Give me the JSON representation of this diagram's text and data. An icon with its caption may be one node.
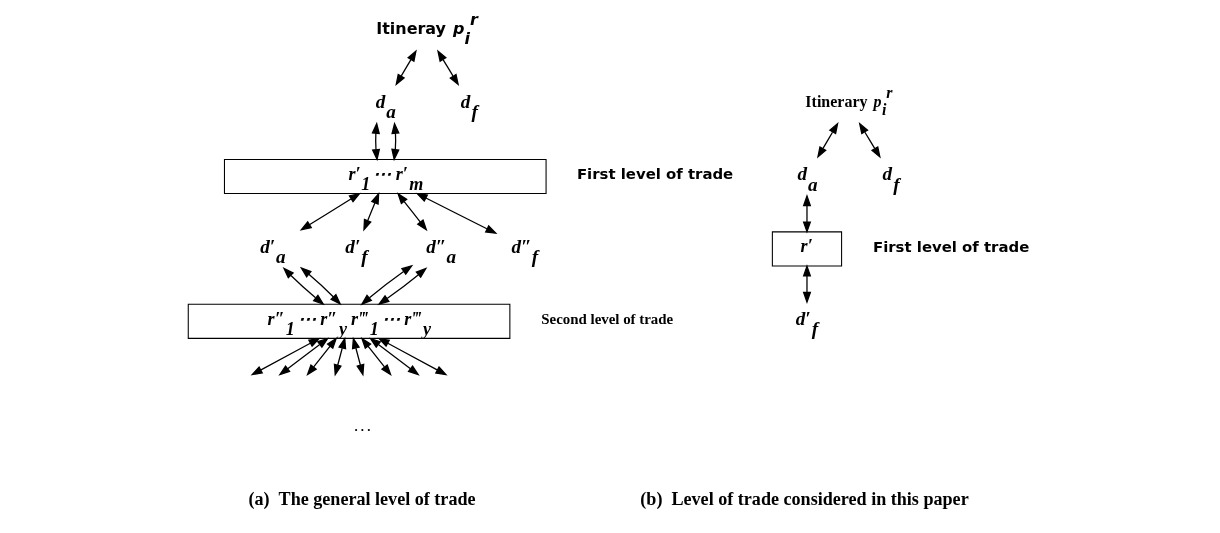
{
  "diagram": {
    "nodes": [
      {
        "text": [
          "Itineray p$_{i}$$^{r}$"
        ]
      },
      {
        "text": [
          "d$_{a}$"
        ]
      },
      {
        "text": [
          "d$_{f}$"
        ]
      },
      {
        "text": [
          "r′$_{1}$ ⋯ r′$_{m}$"
        ],
        "beside": [
          "First level of trade"
        ]
      },
      {
        "text": [
          "d′$_{a}$"
        ]
      },
      {
        "text": [
          "d′$_{f}$"
        ]
      },
      {
        "text": [
          "d″$_{a}$"
        ]
      },
      {
        "text": [
          "d″$_{f}$"
        ]
      },
      {
        "text": [
          "r″$_{1}$ ⋯ r″$_{y}$ r‴$_{1}$ ⋯ r‴$_{y}$"
        ],
        "beside": [
          "Second level of trade"
        ]
      },
      {
        "text": [
          "Itinerary p$_{i}$$^{r}$"
        ]
      },
      {
        "text": [
          "d$_{a}$"
        ]
      },
      {
        "text": [
          "d$_{f}$"
        ]
      },
      {
        "text": [
          "r′"
        ],
        "beside": [
          "First level of trade"
        ]
      },
      {
        "text": [
          "d′$_{f}$"
        ]
      }
    ],
    "edges": [
      {
        "from": 0,
        "to": 1,
        "arrow": "both"
      },
      {
        "from": 0,
        "to": 2,
        "arrow": "both"
      },
      {
        "from": 1,
        "to": 3,
        "arrow": "both"
      },
      {
        "from": 1,
        "to": 3,
        "arrow": "both"
      },
      {
        "from": 3,
        "to": 4,
        "arrow": "both"
      },
      {
        "from": 3,
        "to": 5,
        "arrow": "both"
      },
      {
        "from": 3,
        "to": 6,
        "arrow": "both"
      },
      {
        "from": 3,
        "to": 7,
        "arrow": "both"
      },
      {
        "from": 4,
        "to": 8,
        "arrow": "both"
      },
      {
        "from": 4,
        "to": 8,
        "arrow": "both"
      },
      {
        "from": 6,
        "to": 8,
        "arrow": "both"
      },
      {
        "from": 6,
        "to": 8,
        "arrow": "both"
      },
      {
        "from": 8,
        "to": null,
        "arrow": "both"
      },
      {
        "from": 8,
        "to": null,
        "arrow": "both"
      },
      {
        "from": 8,
        "to": null,
        "arrow": "both"
      },
      {
        "from": 8,
        "to": null,
        "arrow": "both"
      },
      {
        "from": 8,
        "to": null,
        "arrow": "both"
      },
      {
        "from": 8,
        "to": null,
        "arrow": "both"
      },
      {
        "from": 8,
        "to": null,
        "arrow": "both"
      },
      {
        "from": 8,
        "to": null,
        "arrow": "both"
      },
      {
        "from": 9,
        "to": 10,
        "arrow": "both"
      },
      {
        "from": 9,
        "to": 11,
        "arrow": "both"
      },
      {
        "from": 10,
        "to": 12,
        "arrow": "both"
      },
      {
        "from": 12,
        "to": 13,
        "arrow": "both"
      }
    ],
    "labels": [
      ". . .",
      "(a)  The general level of trade",
      "(b)  Level of trade considered in this paper"
    ]
  }
}
